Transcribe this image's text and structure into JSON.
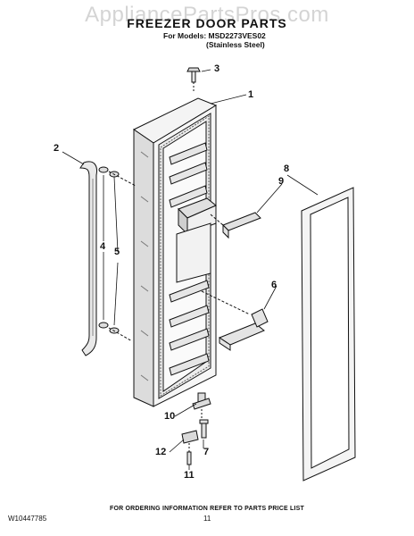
{
  "watermark": "AppliancePartsPros.com",
  "title": "FREEZER DOOR PARTS",
  "subtitle_line1": "For Models: MSD2273VES02",
  "subtitle_line2": "(Stainless Steel)",
  "callouts": {
    "c1": "1",
    "c2": "2",
    "c3": "3",
    "c4": "4",
    "c5": "5",
    "c6": "6",
    "c7": "7",
    "c8": "8",
    "c9": "9",
    "c10": "10",
    "c11": "11",
    "c12": "12"
  },
  "footer": "FOR ORDERING INFORMATION REFER TO PARTS PRICE LIST",
  "doc_number": "W10447785",
  "page_number": "11"
}
